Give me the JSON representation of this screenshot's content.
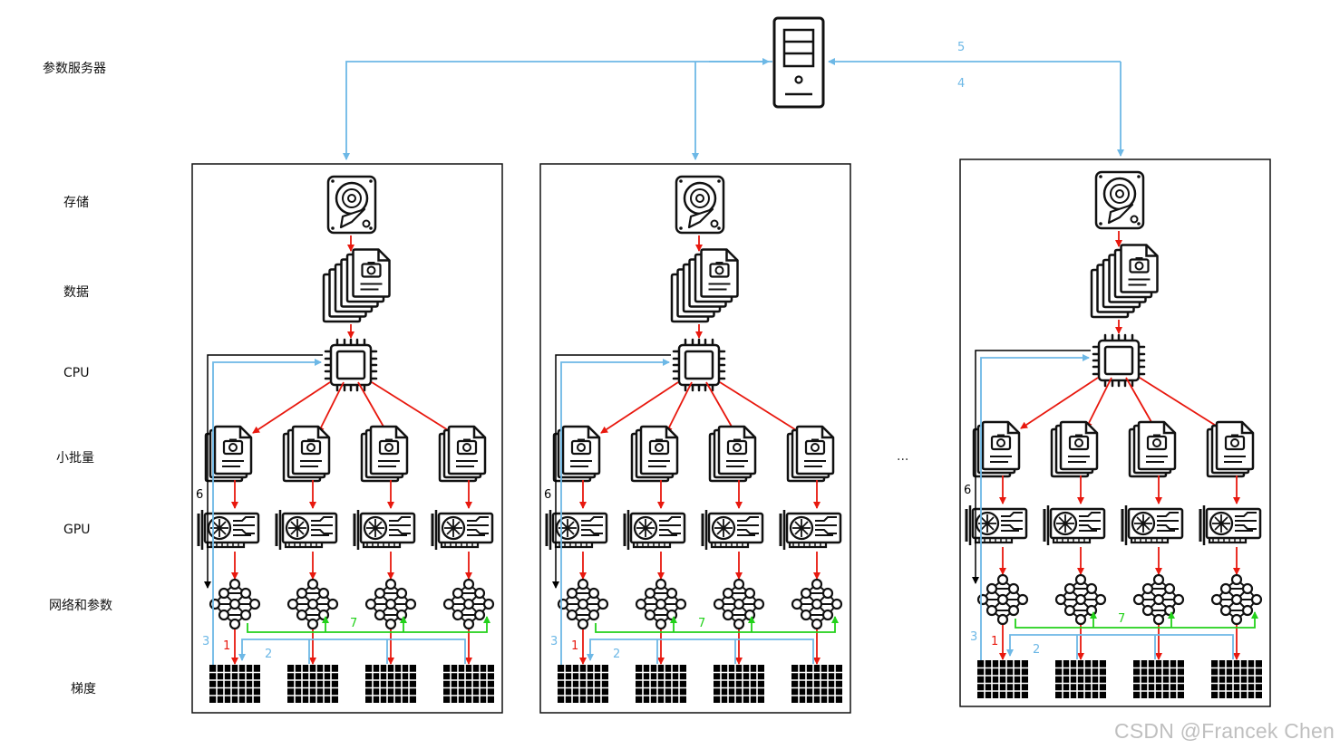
{
  "row_labels": {
    "server": "参数服务器",
    "storage": "存储",
    "data": "数据",
    "cpu": "CPU",
    "minibatch": "小批量",
    "gpu": "GPU",
    "network": "网络和参数",
    "gradient": "梯度"
  },
  "edge_labels": {
    "pull": "5",
    "push": "4",
    "step1": "1",
    "step2": "2",
    "step3": "3",
    "step6": "6",
    "step7": "7"
  },
  "ellipsis": "...",
  "watermark": "CSDN @Francek Chen",
  "colors": {
    "data_flow": "#e8180e",
    "sync_flow": "#6db8e6",
    "broadcast": "#22d11a",
    "control": "#000000",
    "icon": "#111111"
  },
  "icons": [
    "server-icon",
    "hard-drive-icon",
    "photo-stack-icon",
    "cpu-chip-icon",
    "gpu-card-icon",
    "neural-network-icon",
    "gradient-grid-icon"
  ],
  "machines_shown": 3,
  "gpus_per_machine": 4
}
